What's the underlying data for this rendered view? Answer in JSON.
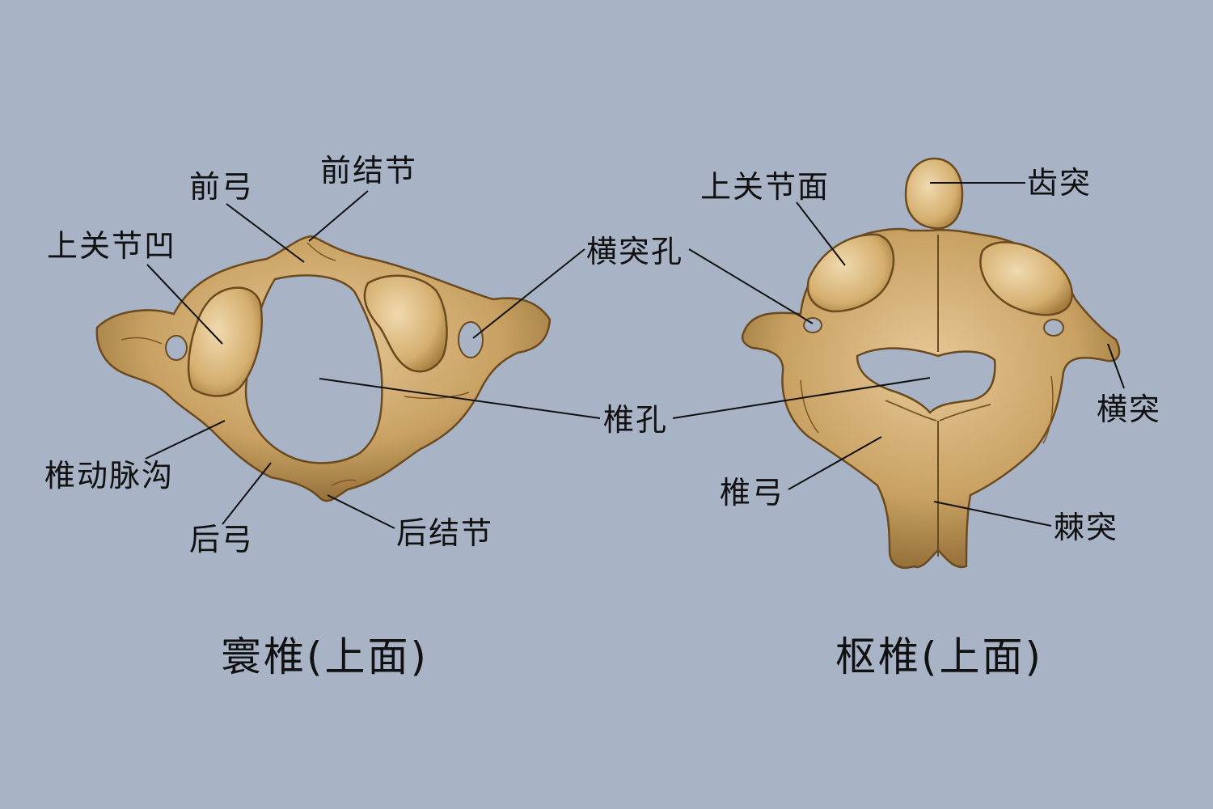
{
  "colors": {
    "background": "#a8b4c6",
    "bone": "#c9a163",
    "bone_light": "#e6c897",
    "bone_dark": "#7a5624",
    "facet": "#d9b677",
    "leader": "#111111"
  },
  "atlas": {
    "caption": "寰椎(上面)",
    "labels": {
      "anterior_arch": "前弓",
      "anterior_tubercle": "前结节",
      "superior_articular_fossa": "上关节凹",
      "vertebral_artery_groove": "椎动脉沟",
      "posterior_arch": "后弓",
      "posterior_tubercle": "后结节"
    }
  },
  "shared": {
    "transverse_foramen": "横突孔",
    "vertebral_foramen": "椎孔"
  },
  "axis": {
    "caption": "枢椎(上面)",
    "labels": {
      "superior_articular_surface": "上关节面",
      "dens": "齿突",
      "transverse_process": "横突",
      "vertebral_arch": "椎弓",
      "spinous_process": "棘突"
    }
  }
}
